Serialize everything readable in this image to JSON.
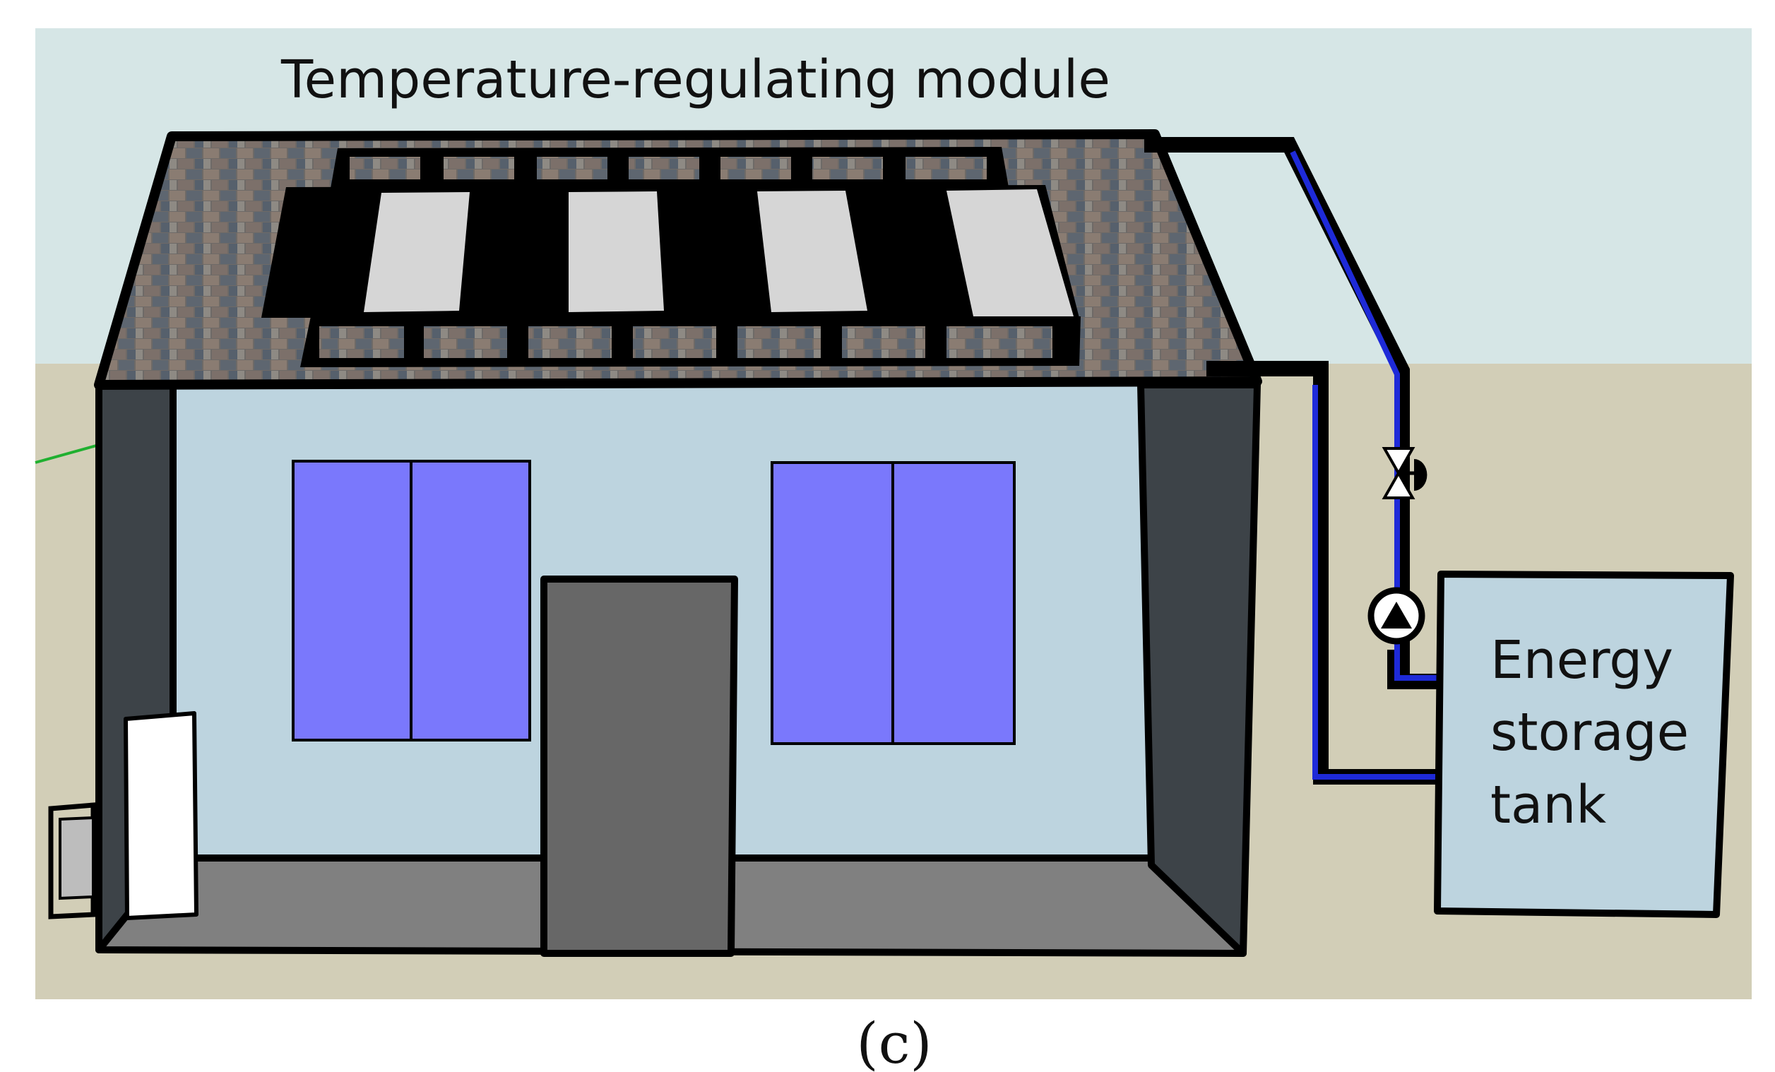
{
  "figure": {
    "module_label": "Temperature-regulating module",
    "tank_label_lines": [
      "Energy",
      "storage",
      "tank"
    ],
    "panel_label": "(c)"
  },
  "colors": {
    "sky": "#d6e6e6",
    "ground": "#d2ceb7",
    "wall": "#bdd4df",
    "side_wall": "#3d4348",
    "floor": "#808080",
    "window": "#7a78fc",
    "door": "#676767",
    "roof_shingle": "#6e6a67",
    "collector": "#d6d6d6",
    "pipe_blue": "#1e2ad8",
    "pipe_black": "#000000",
    "tank": "#bdd4df",
    "indoor_unit": "#ffffff",
    "green_line": "#20b030"
  },
  "icons": [
    "valve-icon",
    "pump-icon"
  ]
}
